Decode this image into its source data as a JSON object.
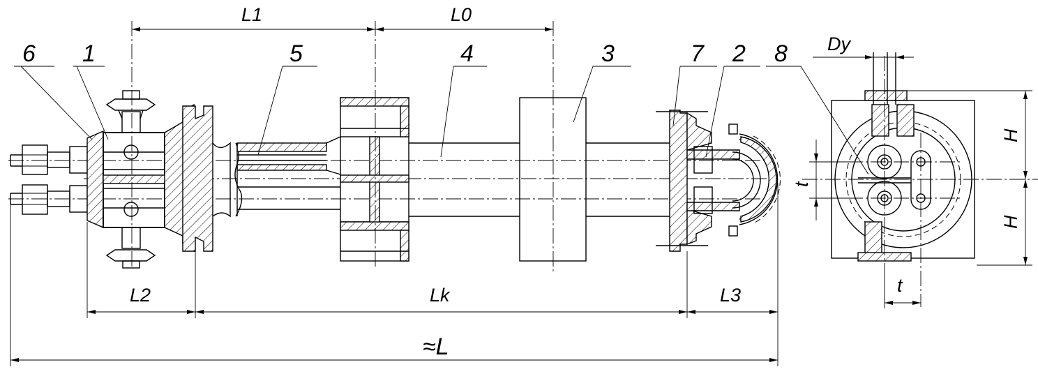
{
  "dimensions": {
    "L1": "L1",
    "L0": "L0",
    "L2": "L2",
    "Lk": "Lk",
    "L3": "L3",
    "L": "≈L",
    "Dy": "Dy",
    "H_top": "H",
    "H_bottom": "H",
    "t_left": "t",
    "t_bottom": "t"
  },
  "callouts": [
    "6",
    "1",
    "5",
    "4",
    "3",
    "7",
    "2",
    "8"
  ]
}
